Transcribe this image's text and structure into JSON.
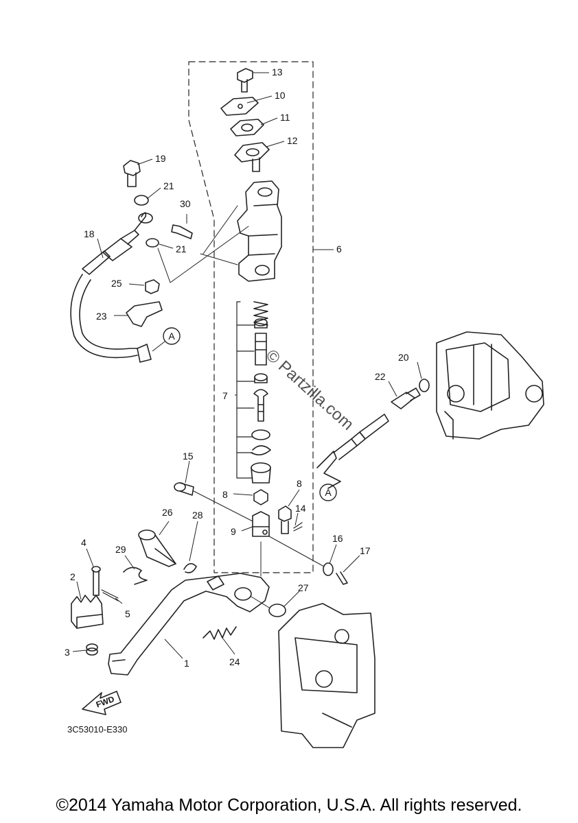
{
  "diagram": {
    "part_numbers": [
      "1",
      "2",
      "3",
      "4",
      "5",
      "6",
      "7",
      "8",
      "8",
      "9",
      "10",
      "11",
      "12",
      "13",
      "14",
      "15",
      "16",
      "17",
      "18",
      "19",
      "20",
      "21",
      "21",
      "22",
      "23",
      "24",
      "25",
      "26",
      "27",
      "28",
      "29",
      "30"
    ],
    "ref_marker": "A",
    "fwd_label": "FWD",
    "drawing_code": "3C53010-E330",
    "watermark": "© Partzilla.com"
  },
  "footer": {
    "copyright": "©2014 Yamaha Motor Corporation, U.S.A. All rights reserved."
  }
}
